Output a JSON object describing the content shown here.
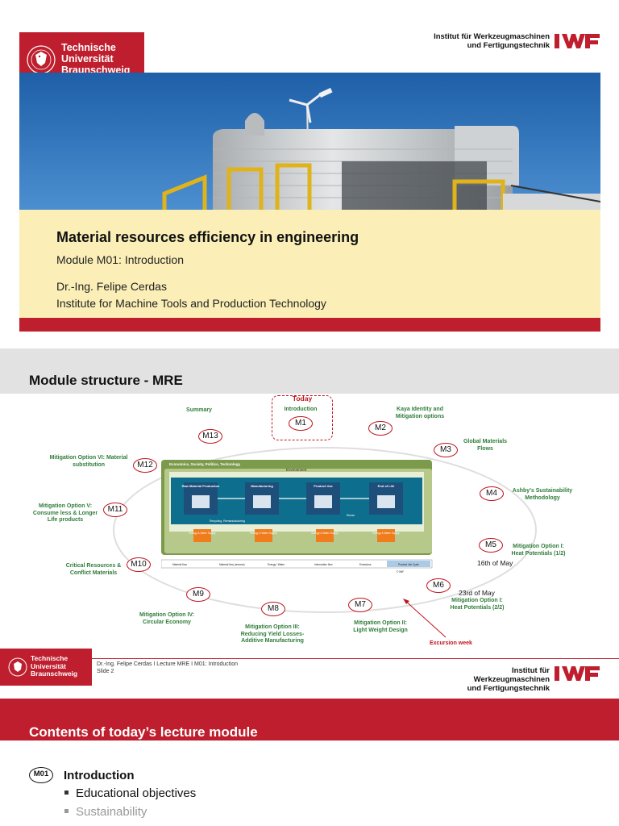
{
  "slide1": {
    "logo": {
      "line1": "Technische",
      "line2": "Universität",
      "line3": "Braunschweig",
      "seal_text": "CAROLO-WILHELMINA BRAUNSCHWEIG"
    },
    "institute_top": {
      "line1": "Institut für Werkzeugmaschinen",
      "line2": "und Fertigungstechnik",
      "mark": "IWF"
    },
    "title": "Material resources efficiency in engineering",
    "subtitle": "Module M01: Introduction",
    "author": "Dr.-Ing. Felipe Cerdas",
    "institute": "Institute for Machine Tools and Production Technology"
  },
  "slide2": {
    "heading": "Module structure - MRE",
    "today": "Today",
    "modules": [
      {
        "id": "M1",
        "label": "Introduction"
      },
      {
        "id": "M2",
        "label": "Kaya Identity and Mitigation options"
      },
      {
        "id": "M3",
        "label": "Global Materials Flows"
      },
      {
        "id": "M4",
        "label": "Ashby's Sustainability Methodology"
      },
      {
        "id": "M5",
        "label": "Mitigation Option I: Heat Potentials (1/2)",
        "date": "16th of May"
      },
      {
        "id": "M6",
        "label": "Mitigation Option I: Heat Potentials (2/2)",
        "date": "23rd of May"
      },
      {
        "id": "M7",
        "label": "Mitigation Option II: Light Weight Design"
      },
      {
        "id": "M8",
        "label": "Mitigation Option III: Reducing Yield Losses- Additive Manufacturing"
      },
      {
        "id": "M9",
        "label": "Mitigation Option IV: Circular Economy"
      },
      {
        "id": "M10",
        "label": "Critical Resources & Conflict Materials"
      },
      {
        "id": "M11",
        "label": "Mitigation Option V: Consume less & Longer Life products"
      },
      {
        "id": "M12",
        "label": "Mitigation Option VI: Material substitution"
      },
      {
        "id": "M13",
        "label": "Summary"
      }
    ],
    "excursion": "Excursion week",
    "diagram": {
      "outer_label": "Economics, Society, Politics, Technology",
      "env_label": "Environment",
      "stages": [
        "Raw Material Production",
        "Manufacturing",
        "Product Use",
        "End of Life"
      ],
      "supply": "Energy & Water Supply",
      "emission": "CO₂, NOₓ, SOₓ ...",
      "legend": [
        "Material flow",
        "Material flow (reverse)",
        "Energy / Water",
        "Information flow",
        "Emissions"
      ],
      "legend_box": "Product Life Cycle",
      "copyright": "© IWF",
      "recycling": "Recycling, Remanufacturing",
      "reuse": "Reuse"
    },
    "footer": {
      "logo": {
        "line1": "Technische",
        "line2": "Universität",
        "line3": "Braunschweig"
      },
      "line1": "Dr.-Ing. Felipe Cerdas I Lecture MRE I M01: Introduction",
      "line2": "Slide 2",
      "institute": {
        "line1": "Institut für Werkzeugmaschinen",
        "line2": "und Fertigungstechnik",
        "mark": "IWF"
      }
    }
  },
  "slide3": {
    "heading": "Contents of today’s lecture module",
    "badge": "M01",
    "section": "Introduction",
    "items": [
      "Educational objectives",
      "Sustainability"
    ]
  },
  "colors": {
    "tu_red": "#be1e2d",
    "module_red": "#c0151f",
    "label_green": "#2f7d3a",
    "title_band": "#fbefb7"
  }
}
